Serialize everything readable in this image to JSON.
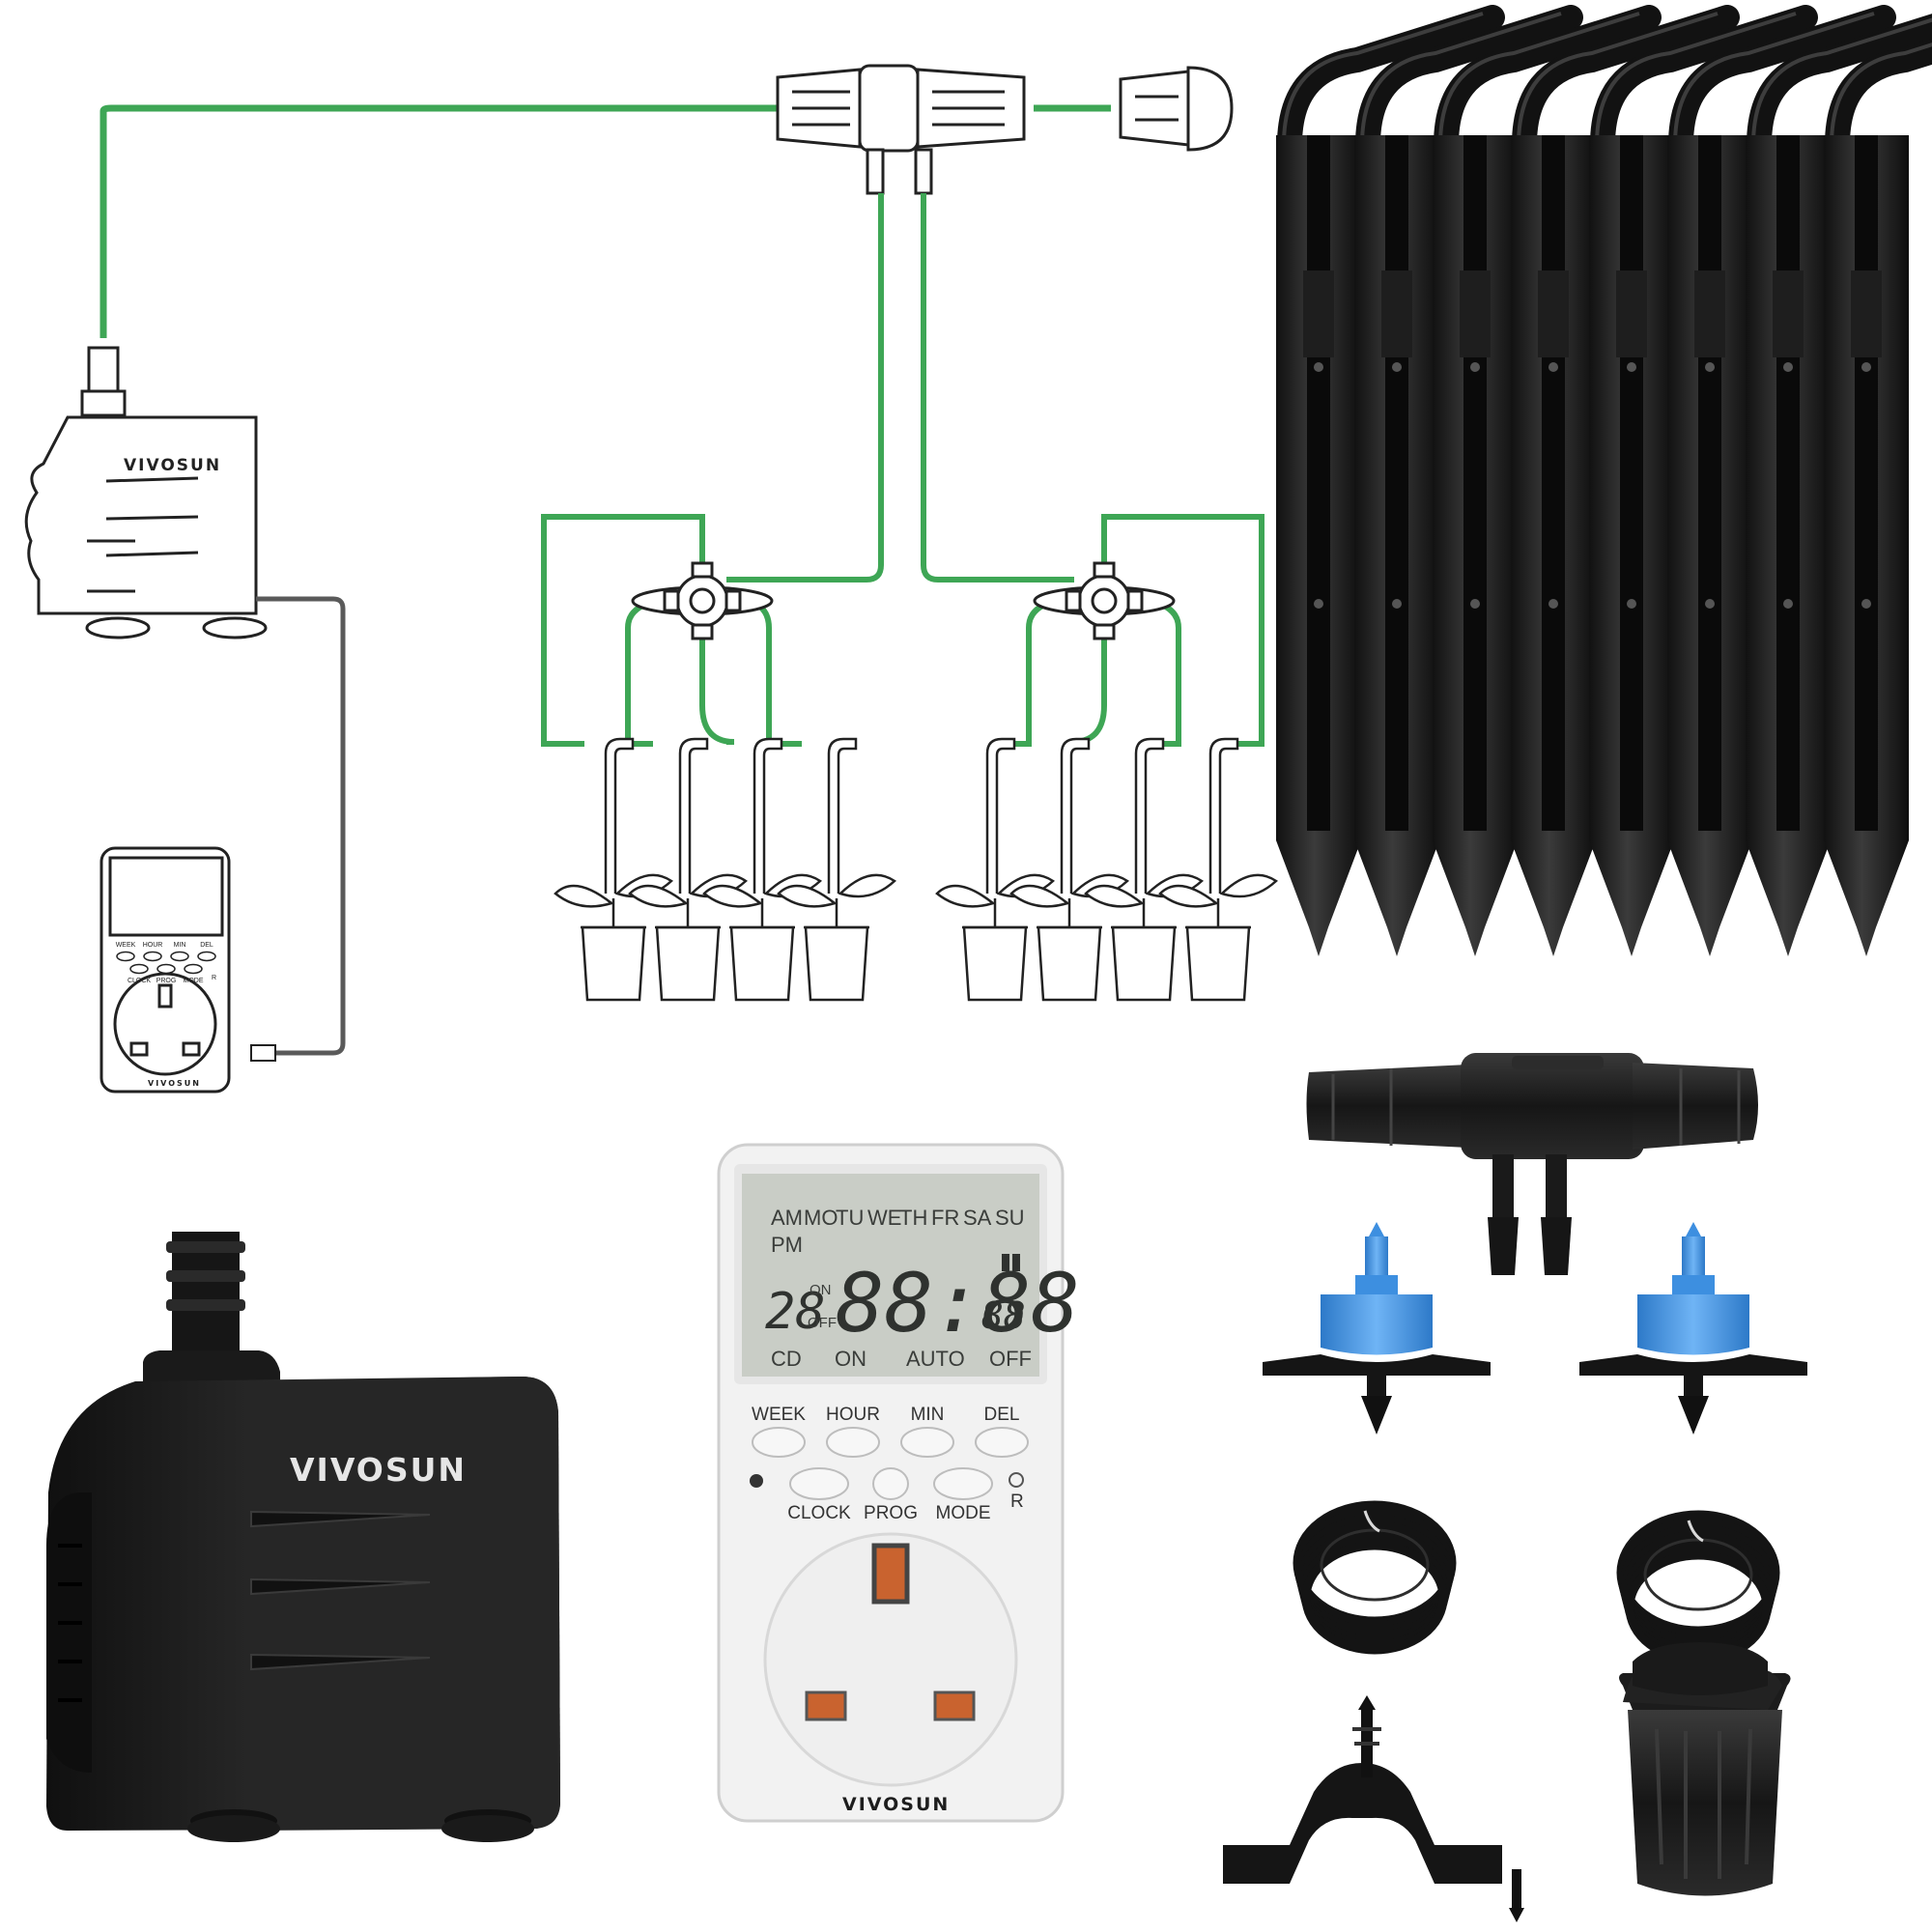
{
  "brand": {
    "name": "VIVOSUN"
  },
  "colors": {
    "tube_green": "#3ea655",
    "power_cord": "#5a5a5a",
    "dripper_blue": "#3d8fe0",
    "lcd_bg": "#c9cdc6",
    "timer_body": "#f2f2f2",
    "product_black": "#1d1d1d",
    "socket_pin": "#c9632f"
  },
  "diagram": {
    "timer_small": {
      "buttons_top": [
        "WEEK",
        "HOUR",
        "MIN",
        "DEL"
      ],
      "buttons_bottom": [
        "CLOCK",
        "PROG",
        "MODE"
      ],
      "reset": "R"
    },
    "pots_per_group": 4,
    "groups": 2
  },
  "timer": {
    "lcd": {
      "ampm_top": "AM",
      "ampm_bottom": "PM",
      "days": [
        "MO",
        "TU",
        "WE",
        "TH",
        "FR",
        "SA",
        "SU"
      ],
      "program_no": "28",
      "on_small": "ON",
      "off_small": "OFF",
      "time": "88:88",
      "seconds": "88",
      "status_cd": "CD",
      "status_on": "ON",
      "status_auto": "AUTO",
      "status_off": "OFF"
    },
    "buttons_top": [
      "WEEK",
      "HOUR",
      "MIN",
      "DEL"
    ],
    "buttons_bottom": [
      "CLOCK",
      "PROG",
      "MODE"
    ],
    "reset": "R"
  },
  "parts": {
    "stake_count": 8,
    "dripper_count": 2,
    "tubing_coils": 2
  }
}
